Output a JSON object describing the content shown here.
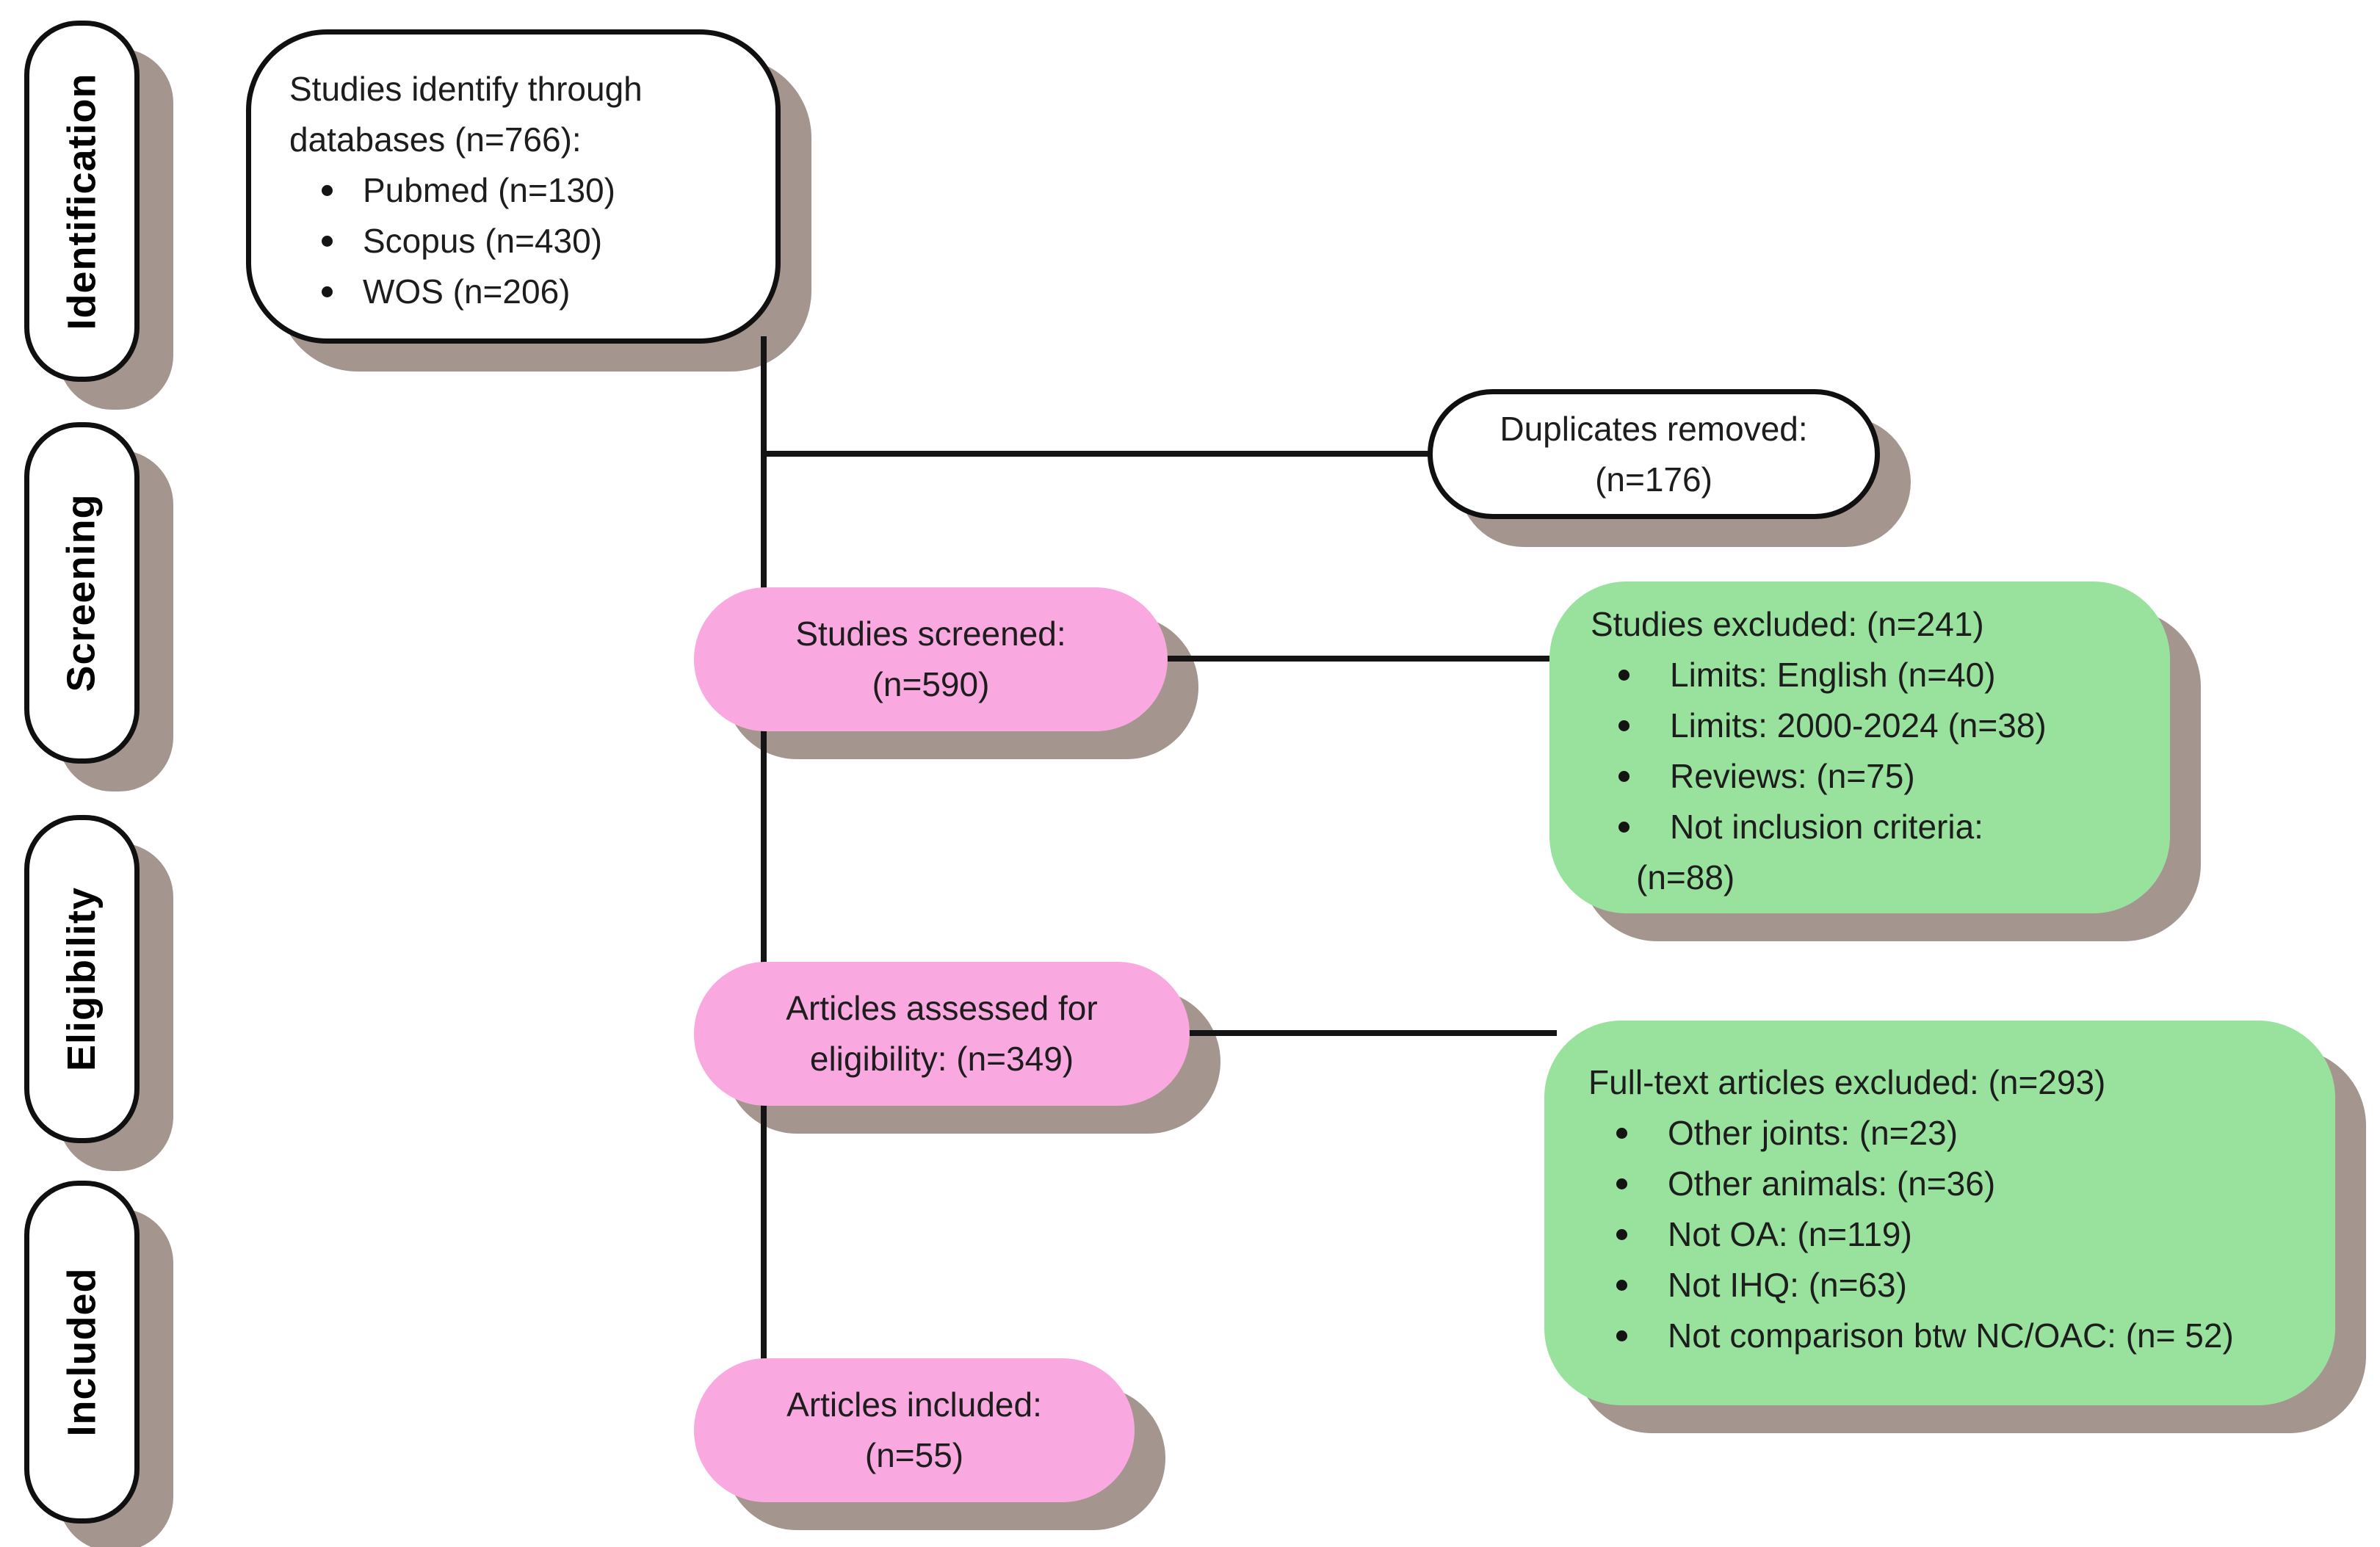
{
  "colors": {
    "pink": "#F9A9DF",
    "green": "#98E29D",
    "shadow": "#A49589",
    "line": "#141414",
    "box_border": "#101010",
    "text": "#1D1D1D"
  },
  "sidebar": {
    "labels": [
      "Identification",
      "Screening",
      "Eligibility",
      "Included"
    ]
  },
  "flow": {
    "identified": {
      "title_lines": [
        "Studies identify through",
        "databases (n=766):"
      ],
      "items": [
        "Pubmed (n=130)",
        "Scopus (n=430)",
        "WOS (n=206)"
      ]
    },
    "duplicates": {
      "lines": [
        "Duplicates removed:",
        "(n=176)"
      ]
    },
    "screened": {
      "lines": [
        "Studies screened:",
        "(n=590)"
      ]
    },
    "screening_excluded": {
      "title": "Studies excluded: (n=241)",
      "items": [
        "Limits: English (n=40)",
        "Limits: 2000-2024 (n=38)",
        "Reviews: (n=75)",
        "Not inclusion criteria:"
      ],
      "overflow": "(n=88)"
    },
    "assessed": {
      "lines": [
        "Articles assessed for",
        "eligibility: (n=349)"
      ]
    },
    "fulltext_excluded": {
      "title": "Full-text articles excluded: (n=293)",
      "items": [
        "Other joints: (n=23)",
        "Other animals: (n=36)",
        "Not OA: (n=119)",
        "Not IHQ: (n=63)",
        "Not comparison btw NC/OAC: (n= 52)"
      ]
    },
    "included": {
      "lines": [
        "Articles included:",
        "(n=55)"
      ]
    }
  }
}
